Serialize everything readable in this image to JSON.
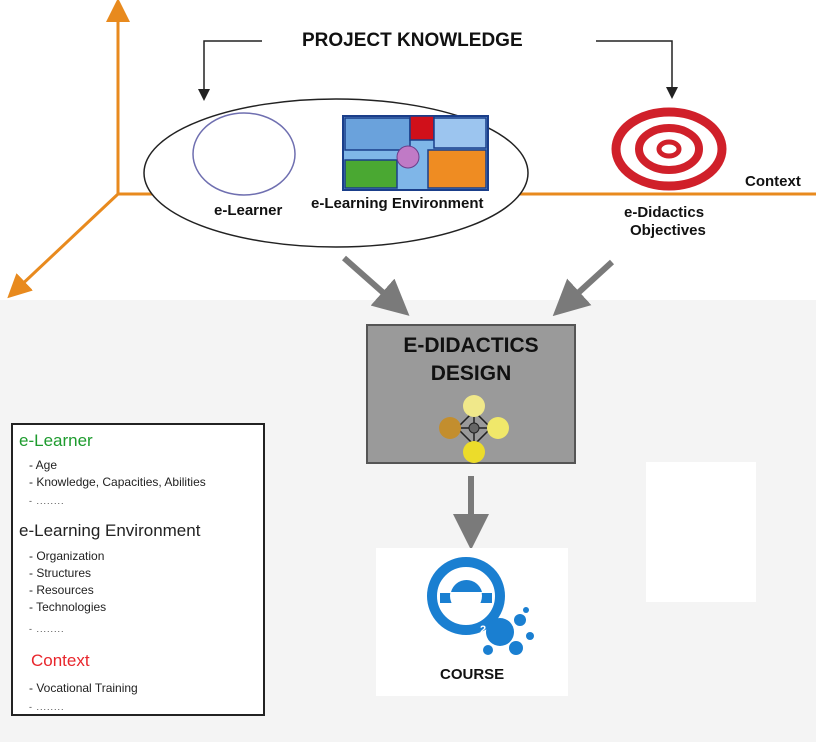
{
  "title": "PROJECT KNOWLEDGE",
  "axis_label": "Context",
  "nodes": {
    "elearner": "e-Learner",
    "environment": "e-Learning Environment",
    "objectives_line1": "e-Didactics",
    "objectives_line2": "Objectives",
    "design_line1": "E-DIDACTICS",
    "design_line2": "DESIGN",
    "course": "COURSE"
  },
  "logo_text": "2",
  "legend": {
    "sections": [
      {
        "heading": "e-Learner",
        "color": "#1e9b2e",
        "items": [
          "- Age",
          "- Knowledge, Capacities, Abilities"
        ],
        "more": "- ........"
      },
      {
        "heading": "e-Learning Environment",
        "color": "#222222",
        "items": [
          "- Organization",
          "- Structures",
          "- Resources",
          "- Technologies"
        ],
        "more": "- ........"
      },
      {
        "heading": "Context",
        "color": "#e8262c",
        "items": [
          "- Vocational Training"
        ],
        "more": "- ........"
      }
    ]
  },
  "colors": {
    "axis": "#e88a1e",
    "arrow": "#7a7a7a",
    "target": "#d0202a",
    "logo": "#1a7fd1",
    "tile_blue": "#7fb6e8",
    "tile_red": "#d0101a",
    "tile_green": "#4aa832",
    "tile_orange": "#ef8c22",
    "tile_purple": "#c07ac6"
  }
}
